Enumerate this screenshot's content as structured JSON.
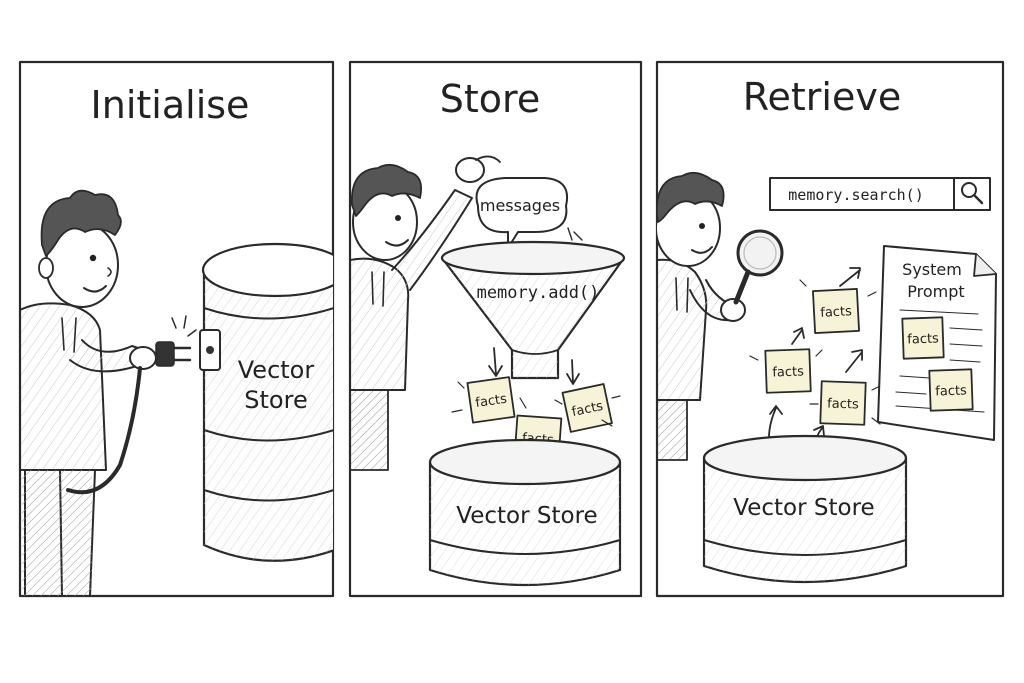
{
  "colors": {
    "ink": "#2a2a2a",
    "paper": "#ffffff",
    "note_fill": "#f7f3d6",
    "glow": "#e8df8a"
  },
  "panels": [
    {
      "title": "Initialise",
      "store_label_line1": "Vector",
      "store_label_line2": "Store"
    },
    {
      "title": "Store",
      "bubble_text": "messages",
      "funnel_text": "memory.add()",
      "facts_labels": [
        "facts",
        "facts",
        "facts"
      ],
      "store_label": "Vector Store"
    },
    {
      "title": "Retrieve",
      "search_text": "memory.search()",
      "facts_labels": [
        "facts",
        "facts",
        "facts"
      ],
      "prompt_title_line1": "System",
      "prompt_title_line2": "Prompt",
      "prompt_facts": [
        "facts",
        "facts"
      ],
      "store_label": "Vector Store"
    }
  ],
  "icons": [
    "plug-icon",
    "cable-icon",
    "magnifying-glass-icon",
    "search-icon",
    "arrow-icon"
  ]
}
